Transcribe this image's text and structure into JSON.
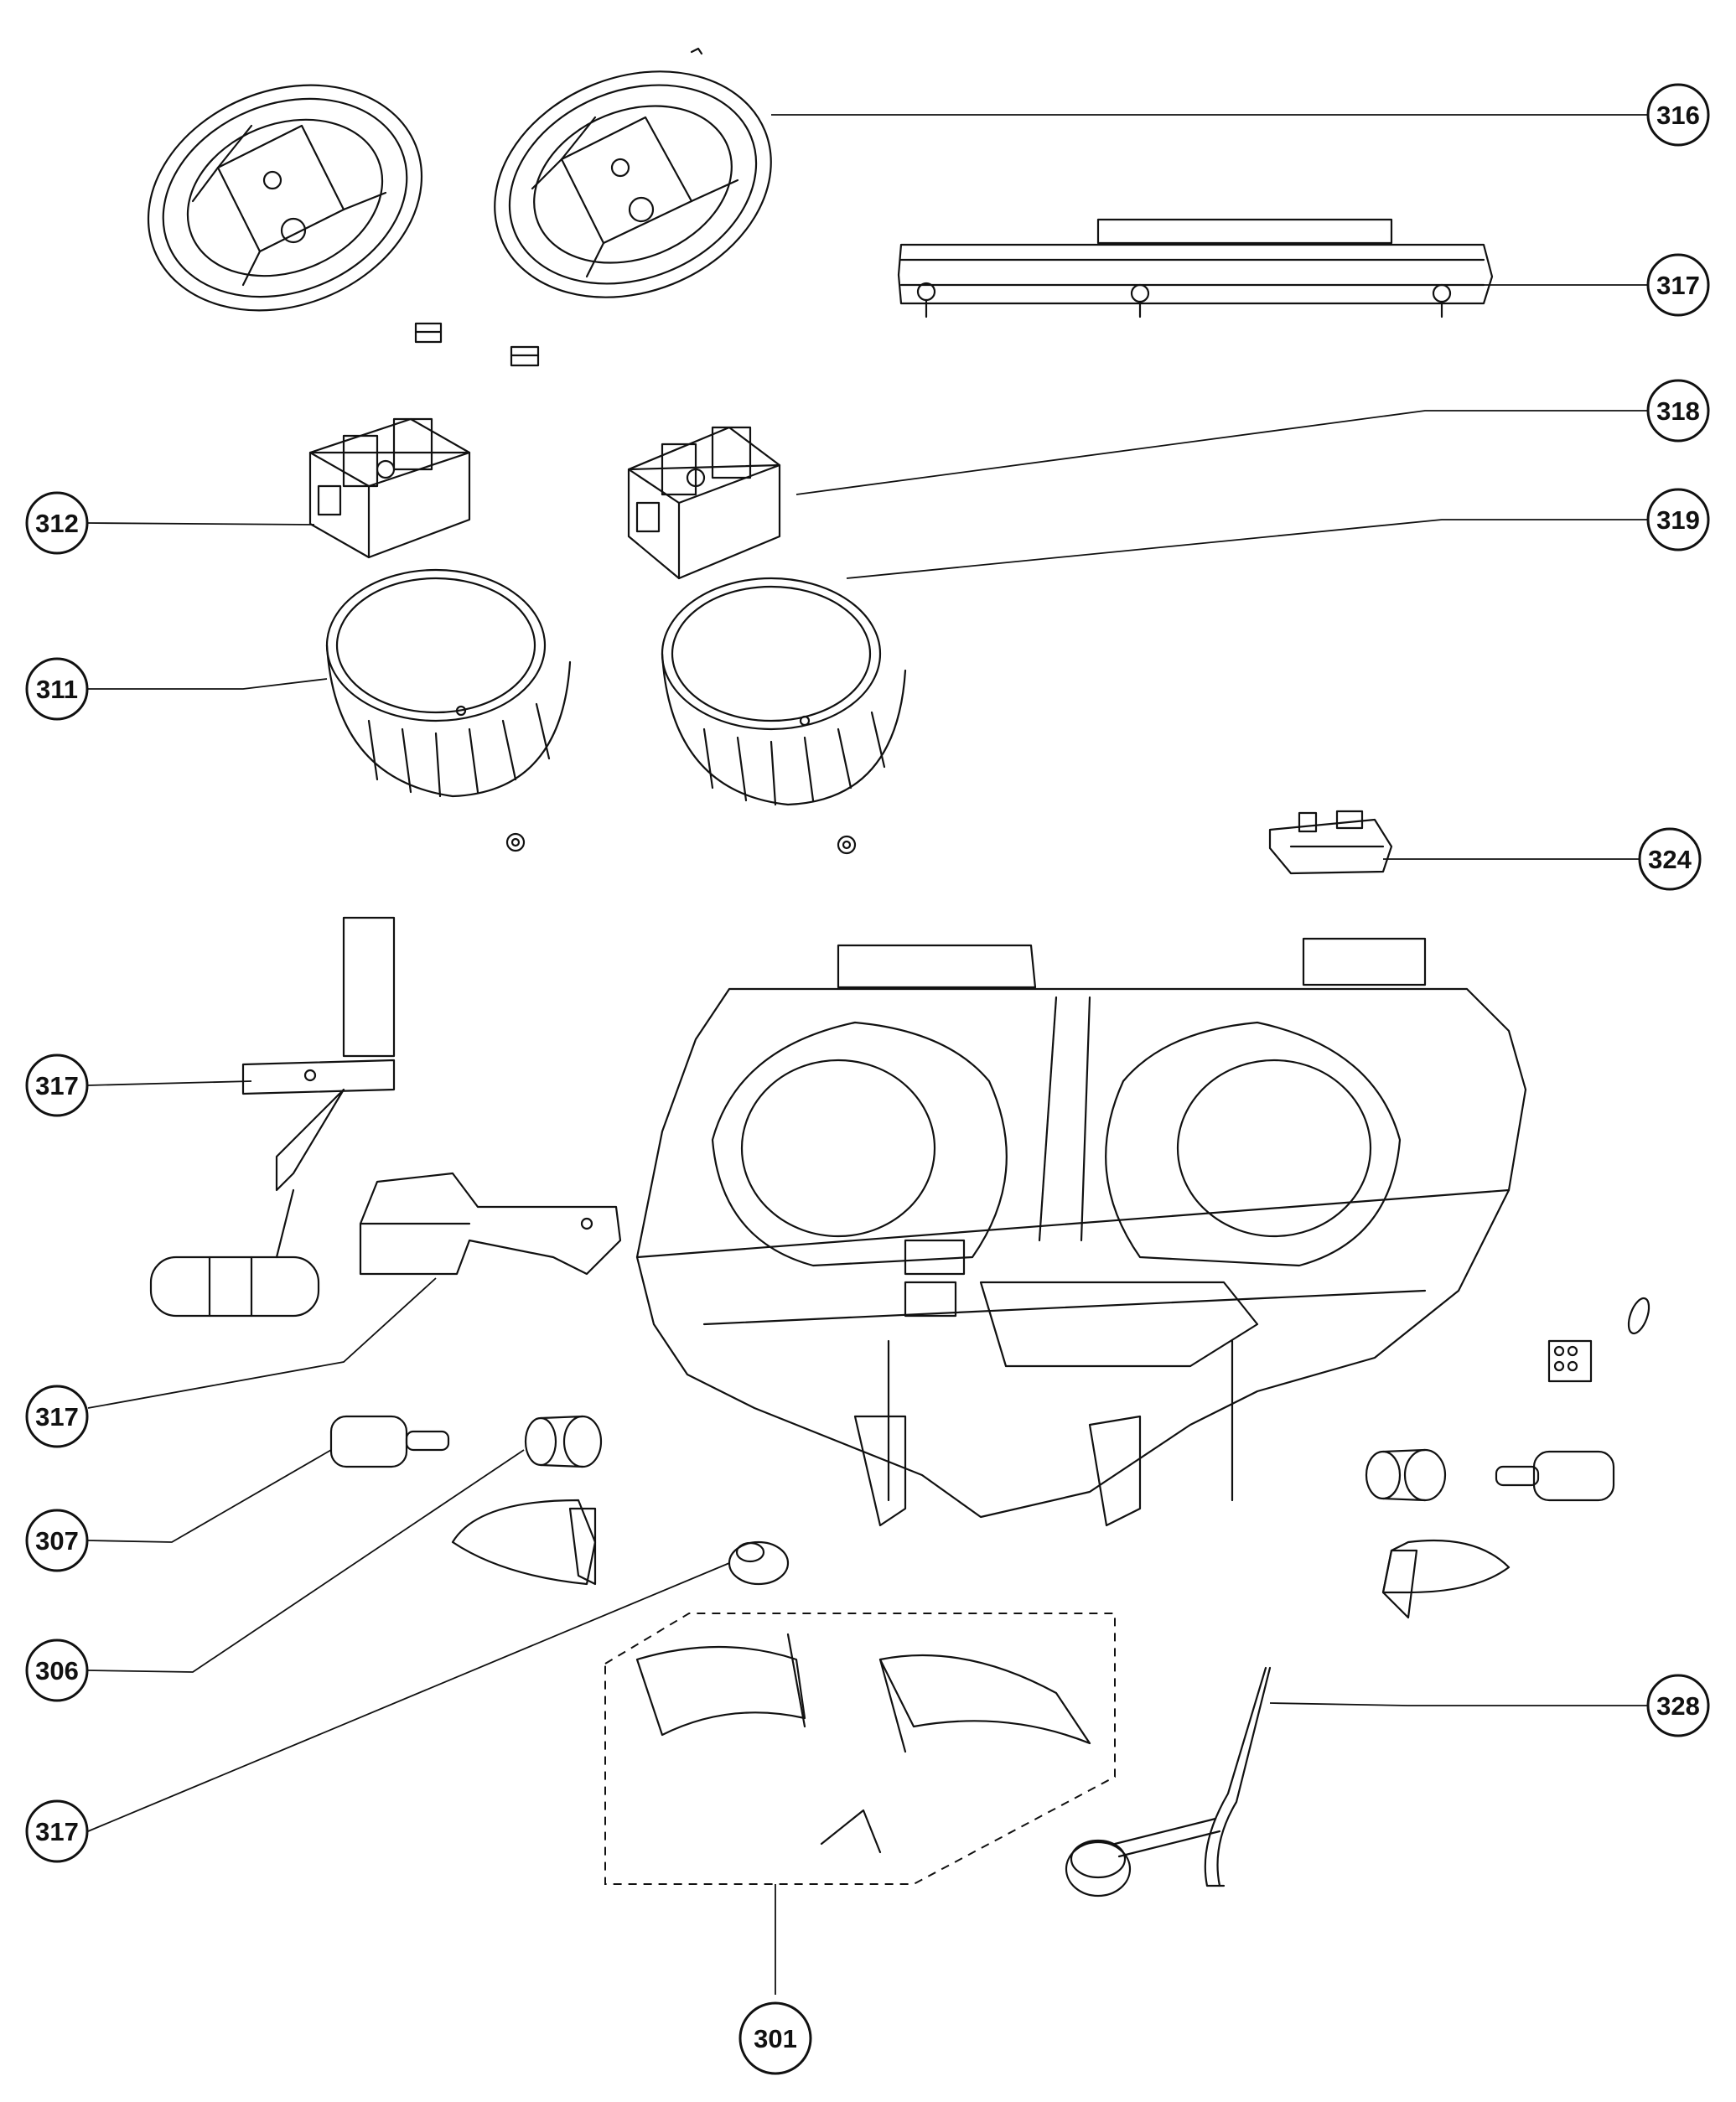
{
  "callouts": {
    "c316": "316",
    "c317_top": "317",
    "c318": "318",
    "c319": "319",
    "c312": "312",
    "c311": "311",
    "c324": "324",
    "c317_mid": "317",
    "c317_lower": "317",
    "c307": "307",
    "c306": "306",
    "c317_bottom": "317",
    "c328": "328",
    "c301": "301"
  }
}
